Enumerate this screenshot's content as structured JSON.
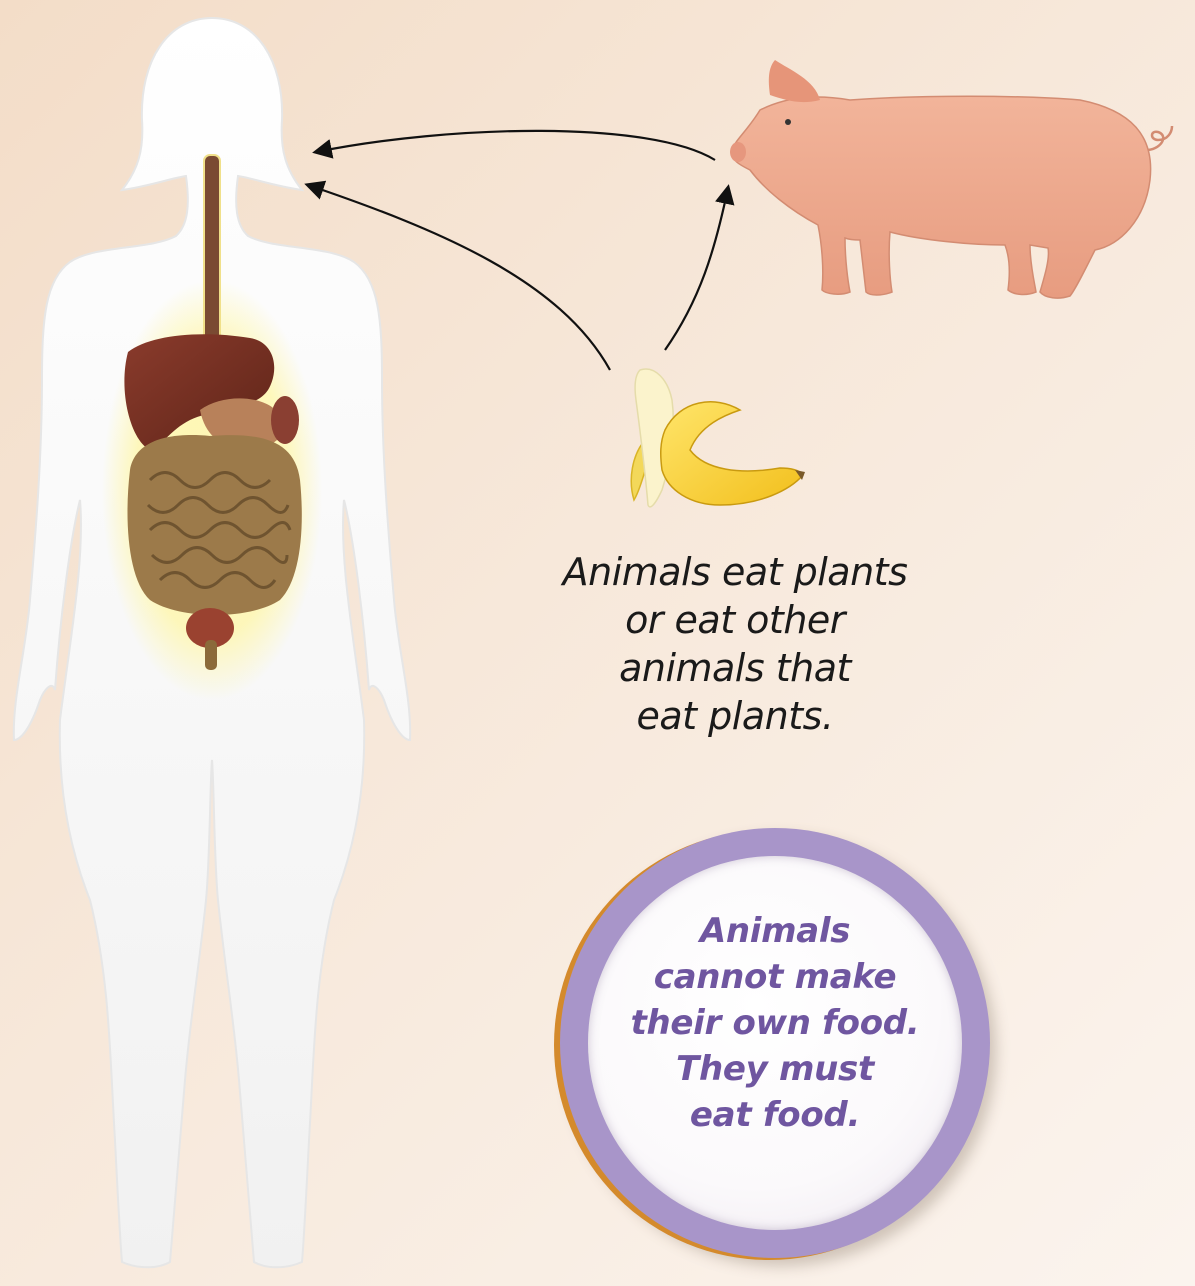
{
  "caption": {
    "lines": [
      "Animals eat plants",
      "or eat other",
      "animals that",
      "eat plants."
    ]
  },
  "badge": {
    "lines": [
      "Animals",
      "cannot make",
      "their own food.",
      "They must",
      "eat food."
    ],
    "ring_color": "#a895c9",
    "accent_color": "#d48a2c",
    "text_color": "#6f56a0"
  },
  "figures": {
    "human": "human-silhouette-with-digestive-organs",
    "pig": "pig",
    "banana": "peeled-banana"
  },
  "arrows": [
    {
      "from": "pig",
      "to": "human"
    },
    {
      "from": "banana",
      "to": "human"
    },
    {
      "from": "banana",
      "to": "pig"
    }
  ]
}
